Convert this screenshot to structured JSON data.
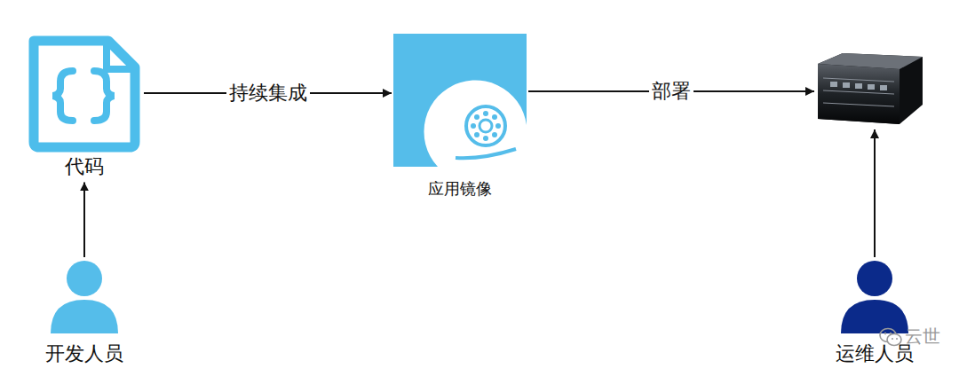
{
  "diagram": {
    "nodes": [
      {
        "text": [
          "代码"
        ]
      },
      {
        "text": [
          "应用镜像"
        ]
      },
      {
        "text": []
      },
      {
        "text": [
          "开发人员"
        ]
      },
      {
        "text": [
          "运维人员"
        ]
      }
    ],
    "edges": [
      {
        "from": 0,
        "to": 1,
        "label": "持续集成",
        "arrow": "to"
      },
      {
        "from": 1,
        "to": 2,
        "label": "部署",
        "arrow": "to"
      },
      {
        "from": 3,
        "to": 0,
        "arrow": "to"
      },
      {
        "from": 4,
        "to": 2,
        "arrow": "to"
      }
    ],
    "labels": [
      "云世"
    ]
  }
}
